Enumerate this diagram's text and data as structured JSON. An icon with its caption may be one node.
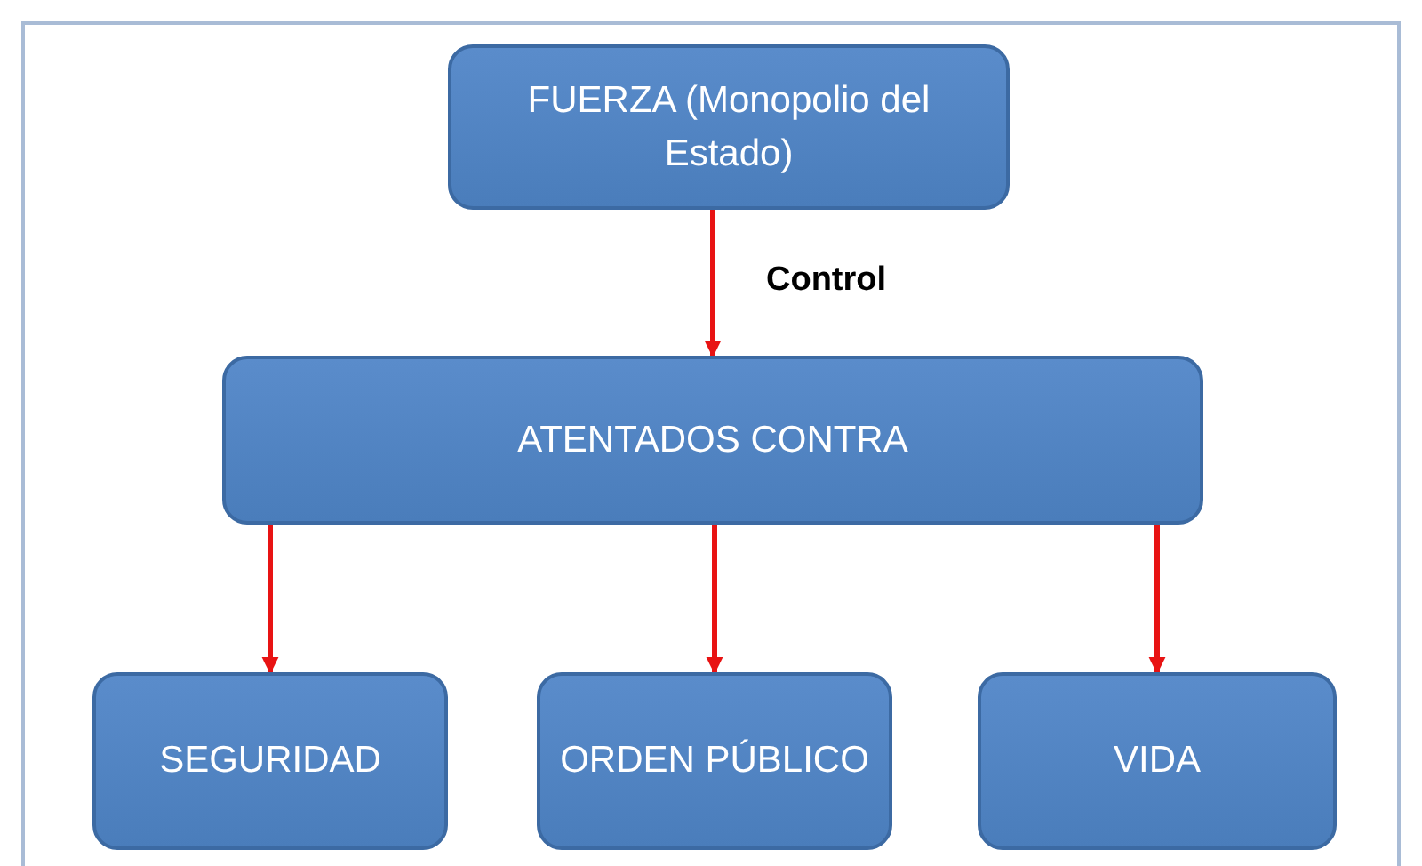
{
  "diagram": {
    "nodes": [
      {
        "text": [
          "FUERZA (Monopolio del Estado)"
        ]
      },
      {
        "text": [
          "ATENTADOS CONTRA"
        ]
      },
      {
        "text": [
          "SEGURIDAD"
        ]
      },
      {
        "text": [
          "ORDEN PÚBLICO"
        ]
      },
      {
        "text": [
          "VIDA"
        ]
      }
    ],
    "edges": [
      {
        "from": 0,
        "to": 1,
        "arrow": "to",
        "label": "Control"
      },
      {
        "from": 1,
        "to": 2,
        "arrow": "to"
      },
      {
        "from": 1,
        "to": 3,
        "arrow": "to"
      },
      {
        "from": 1,
        "to": 4,
        "arrow": "to"
      }
    ]
  }
}
